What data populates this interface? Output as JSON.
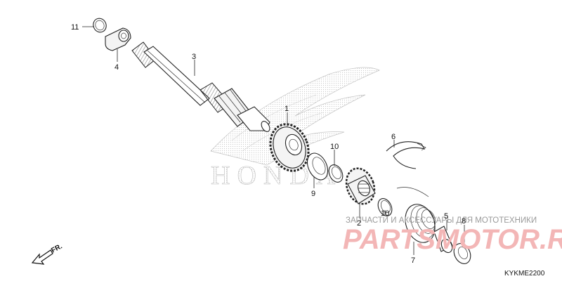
{
  "diagram": {
    "code": "KYKME2200",
    "front_label": "FR.",
    "logo_text": "HONDA",
    "watermark_caption": "ЗАПЧАСТИ И АКСЕССУАРЫ ДЛЯ МОТОТЕХНИКИ",
    "watermark_brand": "PARTSMOTOR.RU",
    "callouts": [
      {
        "id": "1",
        "label": "1"
      },
      {
        "id": "2",
        "label": "2"
      },
      {
        "id": "3",
        "label": "3"
      },
      {
        "id": "4",
        "label": "4"
      },
      {
        "id": "5",
        "label": "5"
      },
      {
        "id": "6",
        "label": "6"
      },
      {
        "id": "7",
        "label": "7"
      },
      {
        "id": "8",
        "label": "8"
      },
      {
        "id": "9",
        "label": "9"
      },
      {
        "id": "10a",
        "label": "10"
      },
      {
        "id": "10b",
        "label": "10"
      },
      {
        "id": "11",
        "label": "11"
      }
    ]
  }
}
